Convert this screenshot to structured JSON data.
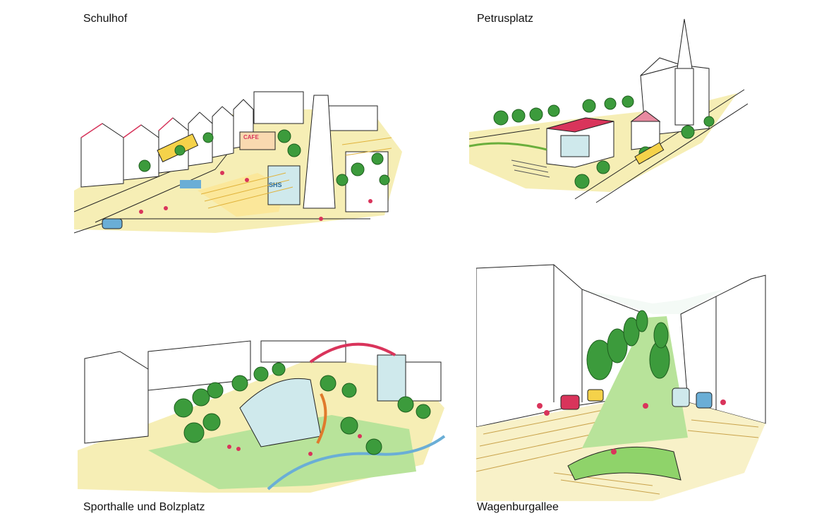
{
  "panels": [
    {
      "title": "Schulhof",
      "signs": [
        "CAFE",
        "SHS"
      ]
    },
    {
      "title": "Petrusplatz"
    },
    {
      "title": "Sporthalle und Bolzplatz"
    },
    {
      "title": "Wagenburgallee"
    }
  ],
  "palette": {
    "ink": "#222222",
    "ground": "#f5e9a8",
    "grass": "#8fd36a",
    "tree": "#3c9b3c",
    "roof": "#d9345b",
    "glass": "#7ec0c8",
    "water": "#6aaed6",
    "orange": "#e07a2c"
  }
}
